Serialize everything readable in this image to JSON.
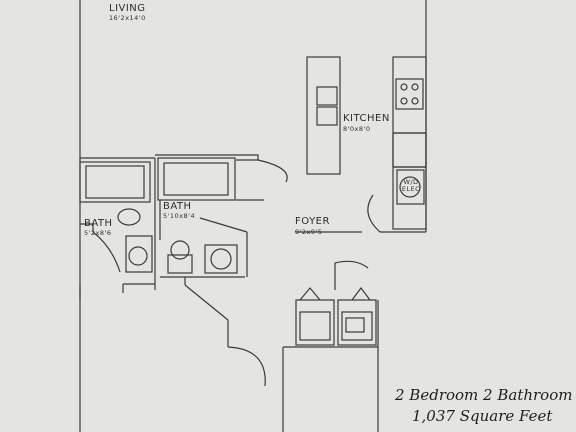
{
  "rooms": {
    "living": {
      "name": "LIVING",
      "dims": "16'2x14'0"
    },
    "kitchen": {
      "name": "KITCHEN",
      "dims": "8'0x8'0"
    },
    "bath_left": {
      "name": "BATH",
      "dims": "5'2x8'6"
    },
    "bath_center": {
      "name": "BATH",
      "dims": "5'10x8'4"
    },
    "foyer": {
      "name": "FOYER",
      "dims": "9'2x9'5"
    },
    "closet": {
      "name": "W/D ELEC"
    }
  },
  "caption": {
    "line1": "2 Bedroom 2 Bathroom",
    "line2": "1,037 Square Feet"
  },
  "colors": {
    "paper": "#e4e4e2",
    "ink": "#3a3a3a"
  }
}
